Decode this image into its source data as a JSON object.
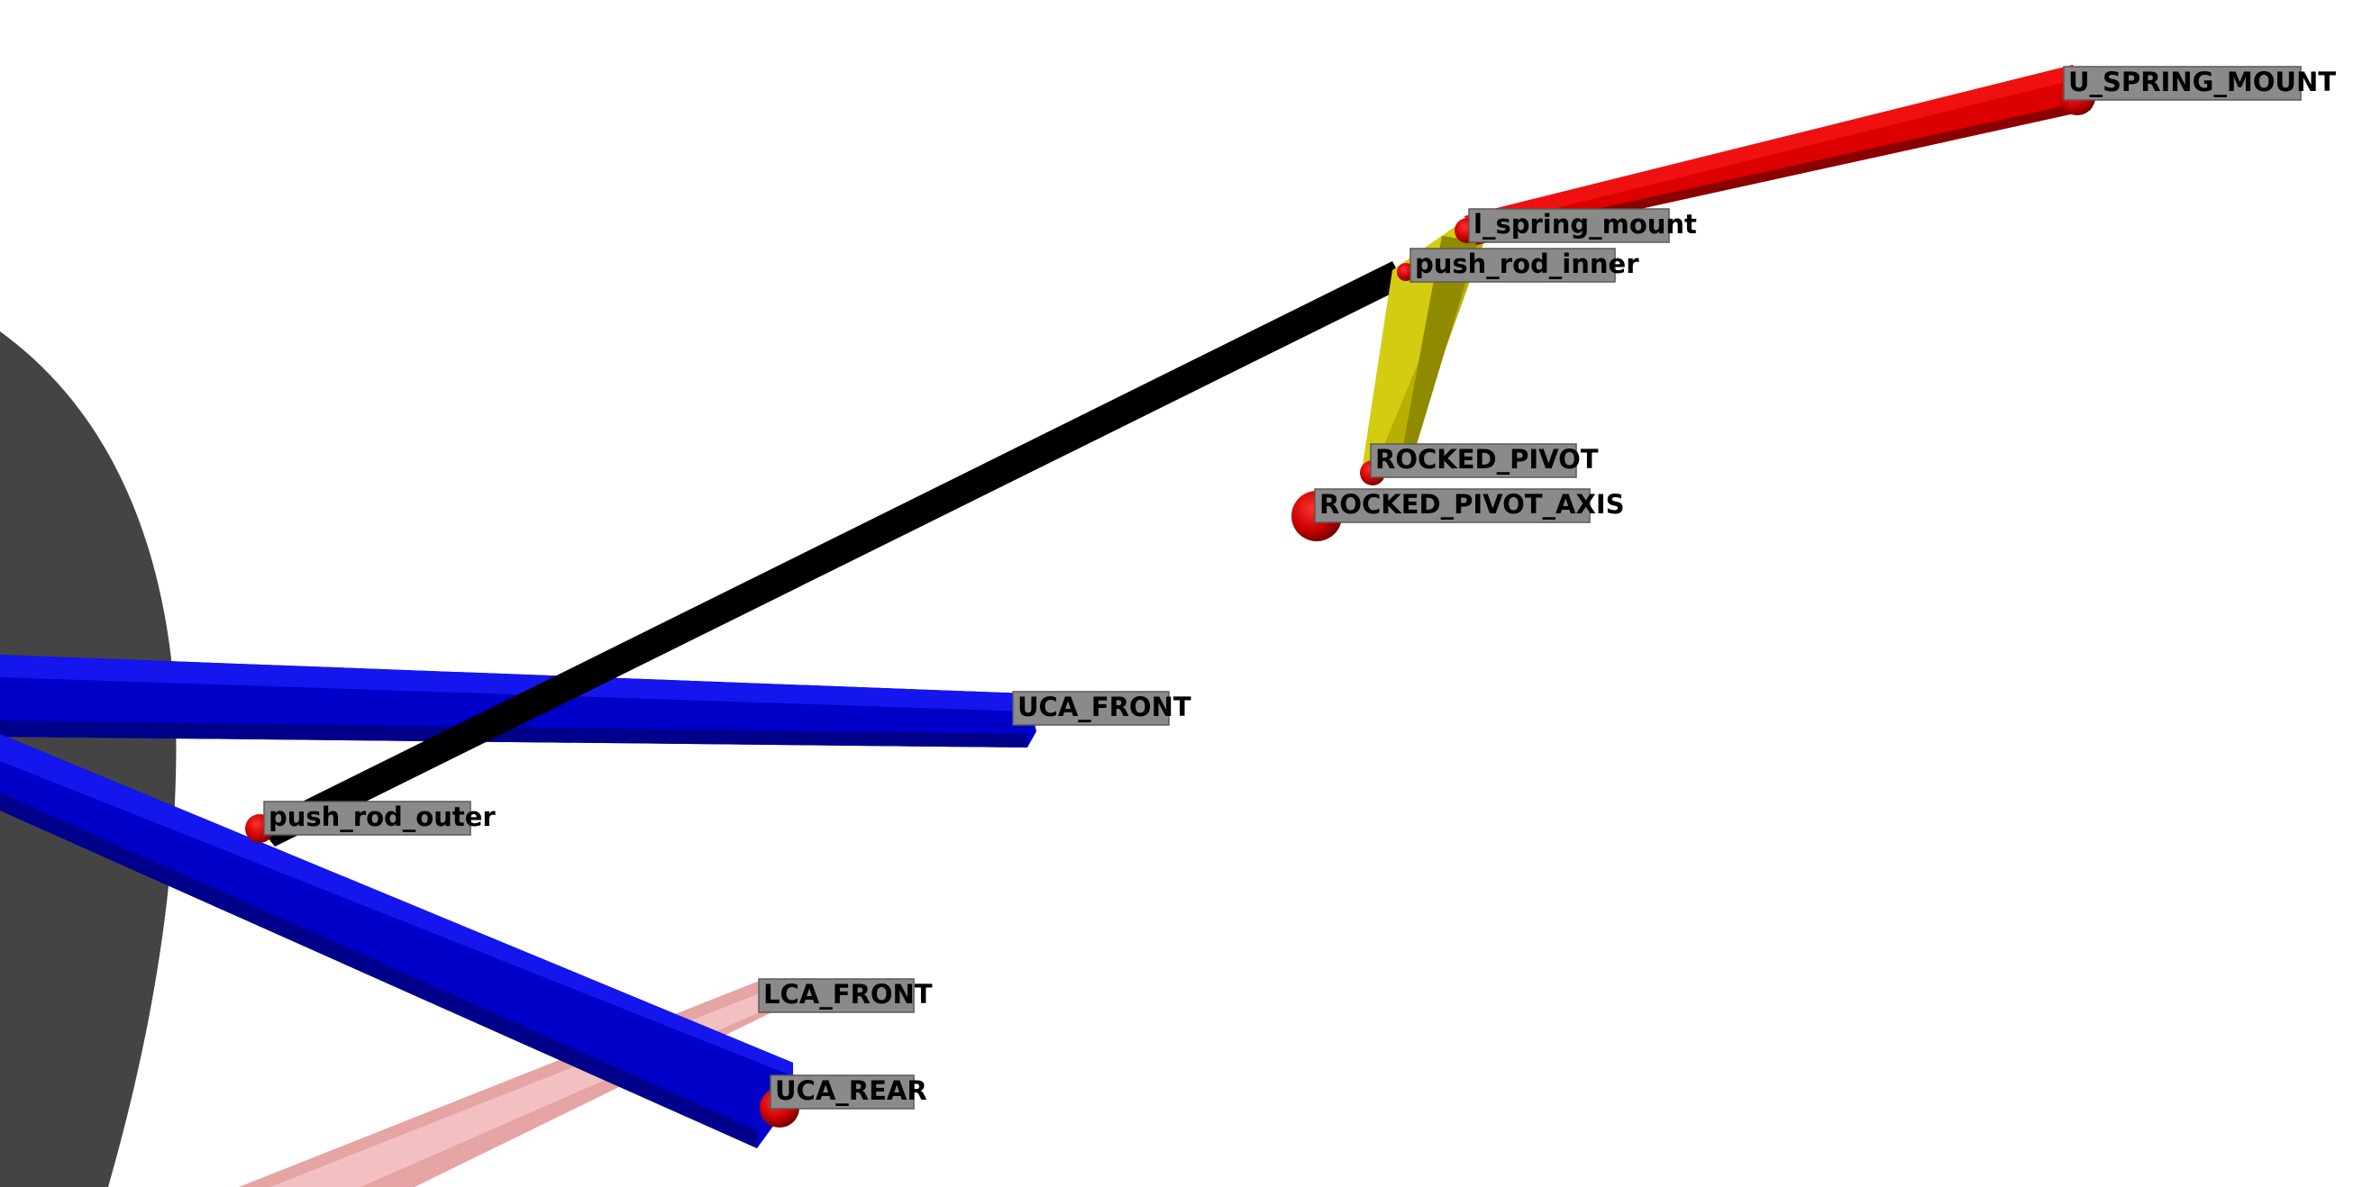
{
  "scene": {
    "labels": {
      "u_spring_mount": "U_SPRING_MOUNT",
      "l_spring_mount": "l_spring_mount",
      "push_rod_inner": "push_rod_inner",
      "rocked_pivot": "ROCKED_PIVOT",
      "rocked_pivot_axis": "ROCKED_PIVOT_AXIS",
      "uca_front": "UCA_FRONT",
      "push_rod_outer": "push_rod_outer",
      "lca_front": "LCA_FRONT",
      "uca_rear": "UCA_REAR"
    },
    "colors": {
      "background": "#ffffff",
      "wheel": "#444444",
      "spring_damper": "#dd0000",
      "rocker": "#b8b000",
      "push_rod": "#000000",
      "upper_control_arm": "#0000cc",
      "lower_control_arm": "#e8a8a8",
      "joint": "#cc0000",
      "label_background": "#8a8a8a"
    }
  }
}
